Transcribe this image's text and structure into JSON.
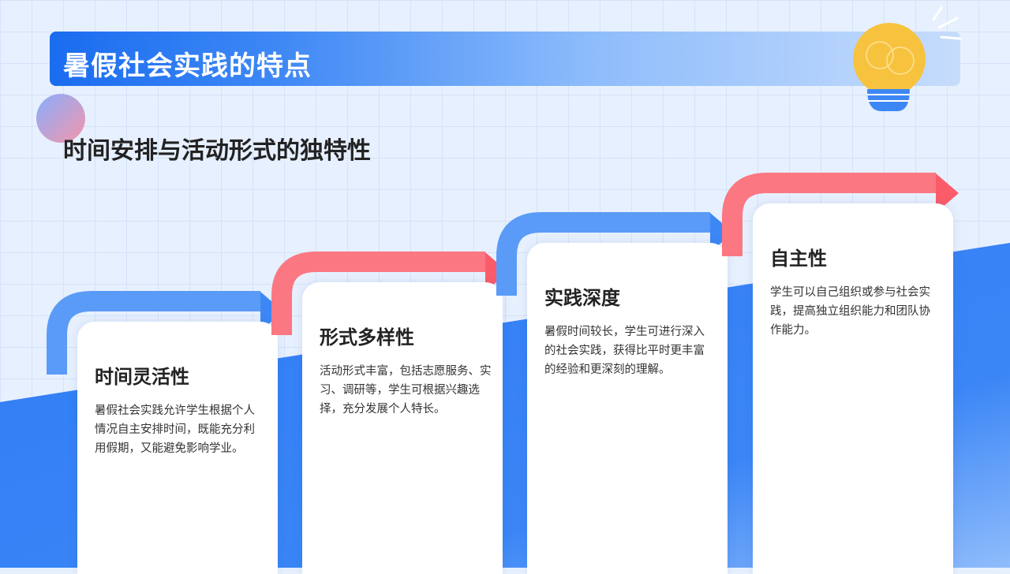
{
  "header": {
    "title": "暑假社会实践的特点"
  },
  "subtitle": "时间安排与活动形式的独特性",
  "steps": [
    {
      "title": "时间灵活性",
      "text": "暑假社会实践允许学生根据个人情况自主安排时间，既能充分利用假期，又能避免影响学业。",
      "color": "blue"
    },
    {
      "title": "形式多样性",
      "text": "活动形式丰富，包括志愿服务、实习、调研等，学生可根据兴趣选择，充分发展个人特长。",
      "color": "red"
    },
    {
      "title": "实践深度",
      "text": "暑假时间较长，学生可进行深入的社会实践，获得比平时更丰富的经验和更深刻的理解。",
      "color": "blue"
    },
    {
      "title": "自主性",
      "text": "学生可以自己组织或参与社会实践，提高独立组织能力和团队协作能力。",
      "color": "red"
    }
  ],
  "colors": {
    "blue": "#3d87f5",
    "red": "#fb5c6a",
    "header": "#1a6cf0"
  },
  "icons": {
    "bulb": "lightbulb-icon"
  }
}
